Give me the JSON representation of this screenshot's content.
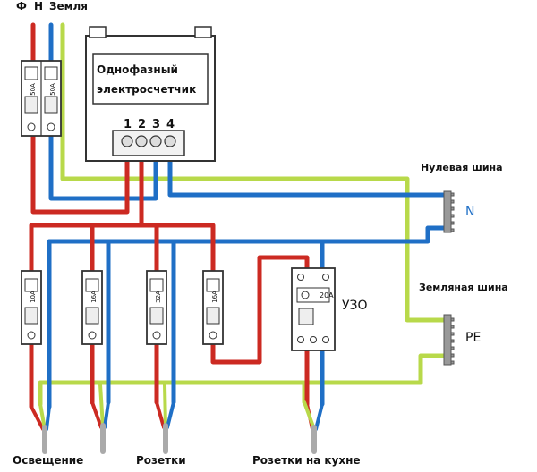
{
  "top_labels": {
    "phase": "Ф",
    "neutral": "Н",
    "earth": "Земля"
  },
  "meter": {
    "line1": "Однофазный",
    "line2": "электросчетчик",
    "terminals": [
      "1",
      "2",
      "3",
      "4"
    ]
  },
  "main_breaker": {
    "ratings": [
      "50A",
      "50A"
    ]
  },
  "breakers": [
    {
      "rating": "10A"
    },
    {
      "rating": "16A"
    },
    {
      "rating": "32A"
    },
    {
      "rating": "16A"
    }
  ],
  "rcd": {
    "rating": "20A",
    "label": "УЗО"
  },
  "buses": {
    "neutral_title": "Нулевая шина",
    "neutral_symbol": "N",
    "earth_title": "Земляная шина",
    "earth_symbol": "PE"
  },
  "bottom_labels": {
    "lighting": "Освещение",
    "sockets": "Розетки",
    "kitchen": "Розетки на кухне"
  },
  "colors": {
    "phase": "#cc2a22",
    "neutral": "#1f6fc6",
    "earth": "#b8d94a"
  }
}
